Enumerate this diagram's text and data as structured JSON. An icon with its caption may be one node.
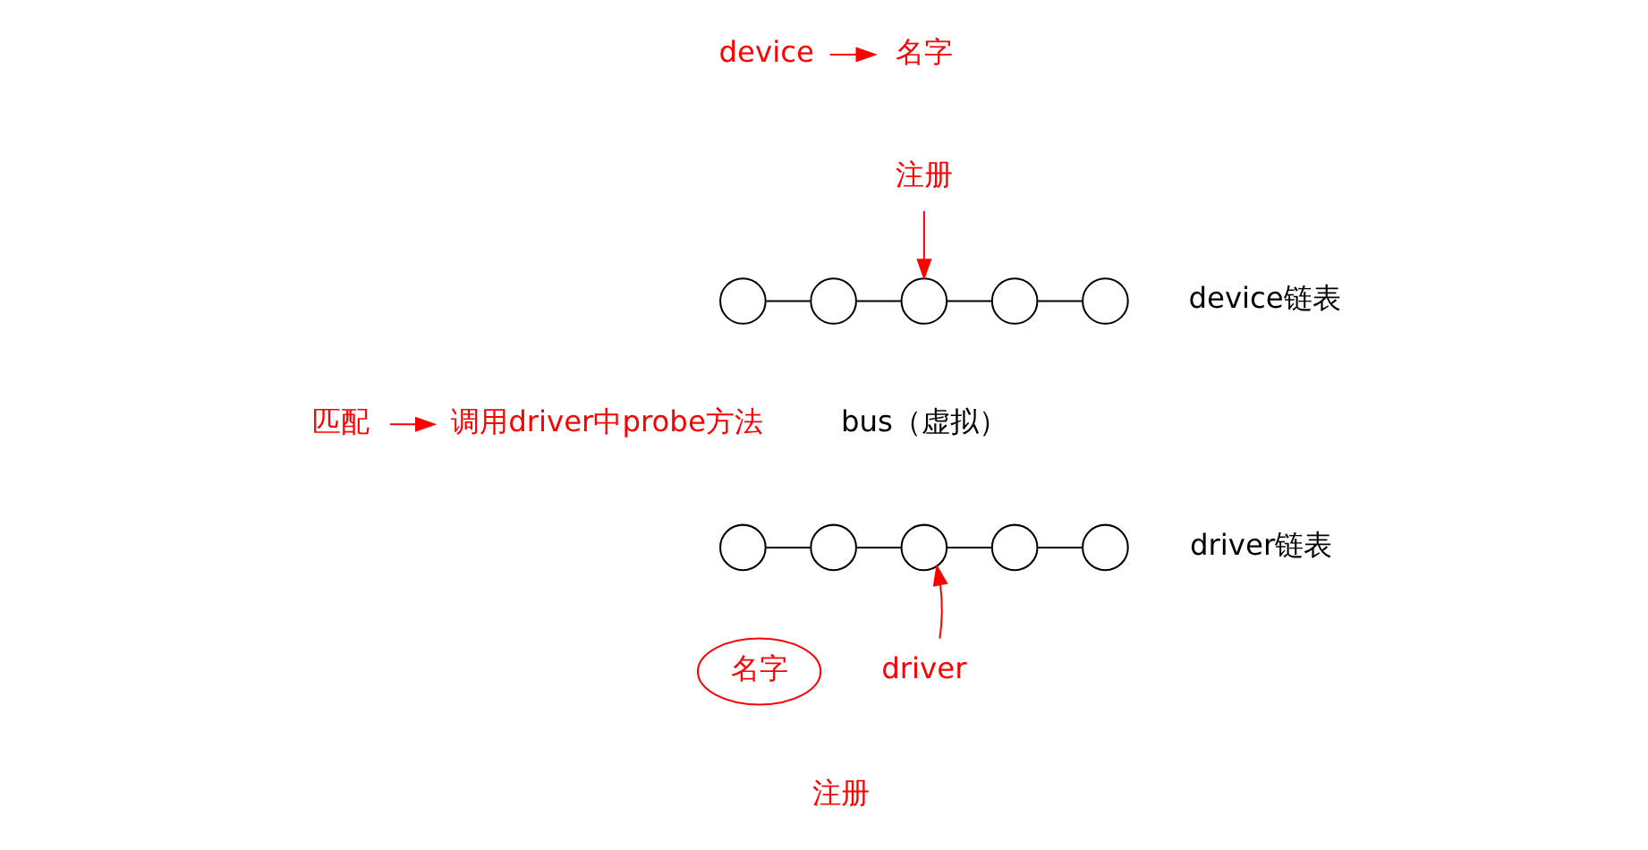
{
  "diagram": {
    "nodes": [
      {
        "text": [],
        "shape": "circle"
      },
      {
        "text": [],
        "shape": "circle"
      },
      {
        "text": [],
        "shape": "circle"
      },
      {
        "text": [],
        "shape": "circle"
      },
      {
        "text": [],
        "shape": "circle"
      },
      {
        "text": [],
        "shape": "circle"
      },
      {
        "text": [],
        "shape": "circle"
      },
      {
        "text": [],
        "shape": "circle"
      },
      {
        "text": [],
        "shape": "circle"
      },
      {
        "text": [],
        "shape": "circle"
      },
      {
        "text": [
          "device"
        ]
      },
      {
        "text": [
          "名字"
        ]
      },
      {
        "text": [
          "注册"
        ]
      },
      {
        "text": [
          "driver"
        ]
      },
      {
        "text": [
          "名字"
        ]
      },
      {
        "text": [
          "注册"
        ]
      },
      {
        "text": [
          "匹配"
        ]
      },
      {
        "text": [
          "调用driver中probe方法"
        ]
      }
    ],
    "edges": [
      {
        "from": 0,
        "to": 1,
        "arrow": "none"
      },
      {
        "from": 1,
        "to": 2,
        "arrow": "none"
      },
      {
        "from": 2,
        "to": 3,
        "arrow": "none"
      },
      {
        "from": 3,
        "to": 4,
        "arrow": "none"
      },
      {
        "from": 5,
        "to": 6,
        "arrow": "none"
      },
      {
        "from": 6,
        "to": 7,
        "arrow": "none"
      },
      {
        "from": 7,
        "to": 8,
        "arrow": "none"
      },
      {
        "from": 8,
        "to": 9,
        "arrow": "none"
      },
      {
        "from": 10,
        "to": 11,
        "arrow": "to",
        "color": "#ff0000"
      },
      {
        "from": 12,
        "to": 2,
        "arrow": "to",
        "color": "#ff0000"
      },
      {
        "from": 13,
        "to": 7,
        "arrow": "to",
        "color": "#ff0000"
      },
      {
        "from": 16,
        "to": 17,
        "arrow": "to",
        "color": "#ff0000"
      }
    ],
    "labels": [
      "device链表",
      "bus（虚拟）",
      "driver链表"
    ]
  }
}
